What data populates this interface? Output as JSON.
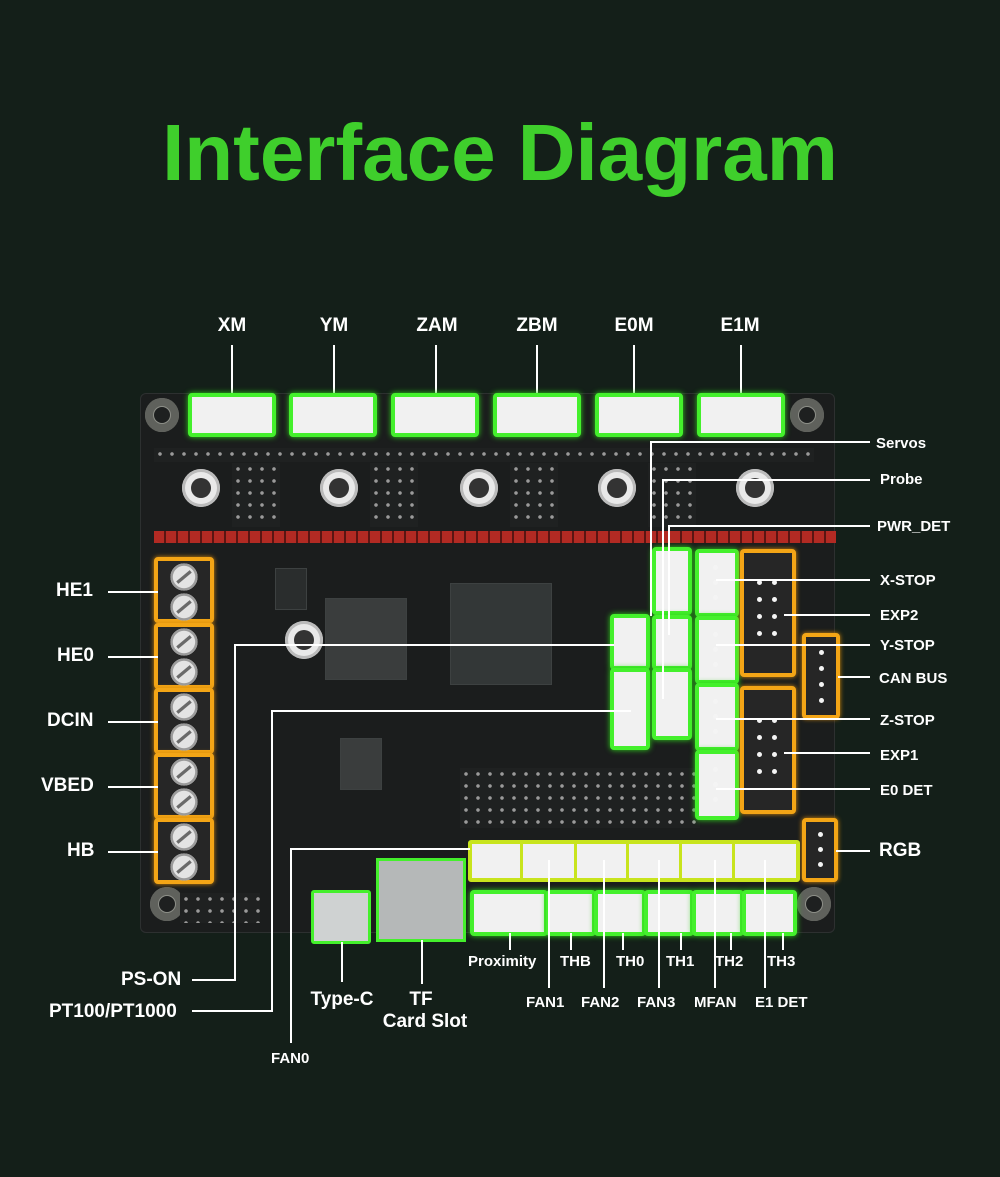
{
  "title": "Interface Diagram",
  "top_labels": [
    "XM",
    "YM",
    "ZAM",
    "ZBM",
    "E0M",
    "E1M"
  ],
  "left_labels": [
    "HE1",
    "HE0",
    "DCIN",
    "VBED",
    "HB"
  ],
  "right_labels": [
    "Servos",
    "Probe",
    "PWR_DET",
    "X-STOP",
    "EXP2",
    "Y-STOP",
    "CAN BUS",
    "Z-STOP",
    "EXP1",
    "E0 DET",
    "RGB"
  ],
  "bottom_labels": {
    "ps_on": "PS-ON",
    "pt100": "PT100/PT1000",
    "fan0": "FAN0",
    "type_c": "Type-C",
    "tf_line1": "TF",
    "tf_line2": "Card Slot",
    "proximity": "Proximity",
    "thb": "THB",
    "th0": "TH0",
    "th1": "TH1",
    "th2": "TH2",
    "th3": "TH3",
    "fan1": "FAN1",
    "fan2": "FAN2",
    "fan3": "FAN3",
    "mfan": "MFAN",
    "e1det": "E1 DET"
  },
  "colors": {
    "title": "#3fcf2c",
    "highlight_green": "#44f02c",
    "highlight_orange": "#f3a516",
    "background": "#141f19"
  }
}
